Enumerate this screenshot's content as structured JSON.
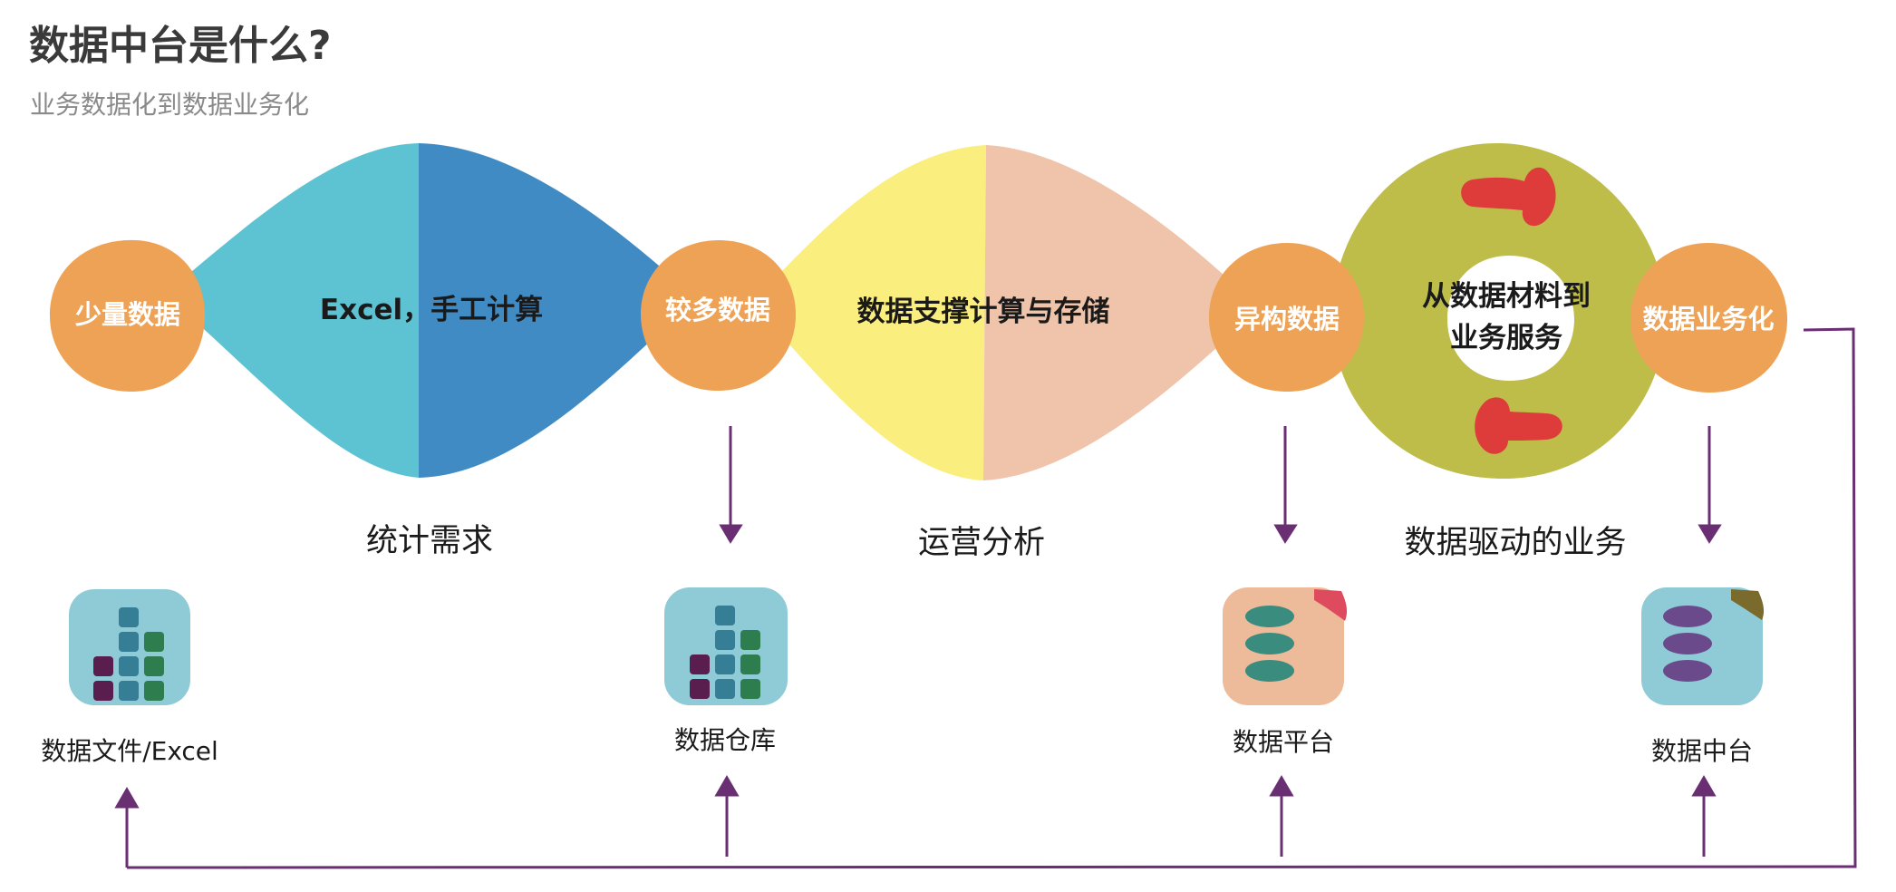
{
  "header": {
    "title": "数据中台是什么?",
    "subtitle": "业务数据化到数据业务化"
  },
  "stages": [
    {
      "label": "少量数据"
    },
    {
      "label": "较多数据"
    },
    {
      "label": "异构数据"
    },
    {
      "label": "数据业务化"
    }
  ],
  "transitions": [
    {
      "shape_text": "Excel，手工计算",
      "caption": "统计需求"
    },
    {
      "shape_text": "数据支撑计算与存储",
      "caption": "运营分析"
    },
    {
      "shape_text_lines": [
        "从数据材料到",
        "业务服务"
      ],
      "caption": "数据驱动的业务"
    }
  ],
  "tools": [
    {
      "label": "数据文件/Excel",
      "icon": "bar-blocks-icon"
    },
    {
      "label": "数据仓库",
      "icon": "bar-blocks-icon"
    },
    {
      "label": "数据平台",
      "icon": "list-pills-icon"
    },
    {
      "label": "数据中台",
      "icon": "list-pills-icon"
    }
  ],
  "colors": {
    "stage_orange": "#EEA256",
    "teal_light": "#5DC3D2",
    "blue": "#418BC4",
    "yellow": "#FAEE7F",
    "peach": "#EFC4AA",
    "olive": "#BEBD4A",
    "red_arrow": "#DE3B3B",
    "connector_purple": "#6A2F73",
    "tile_blue": "#8FCBD6",
    "tile_peach": "#EEBB9A"
  }
}
